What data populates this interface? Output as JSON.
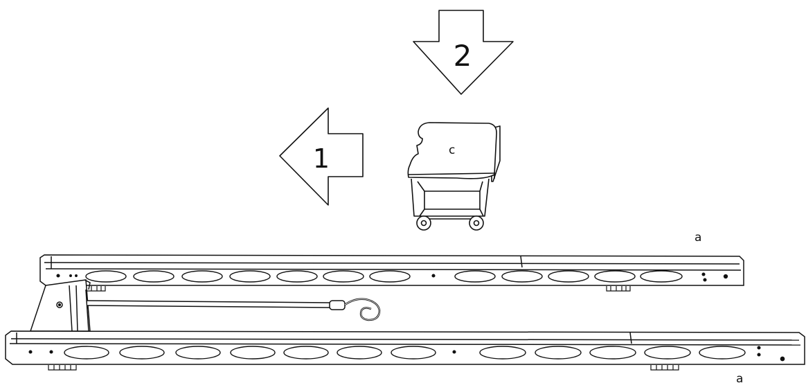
{
  "arrows": {
    "left": {
      "label": "1"
    },
    "down": {
      "label": "2"
    }
  },
  "parts": {
    "cart": {
      "label": "c"
    },
    "rail_top": {
      "label": "a"
    },
    "rail_bottom": {
      "label": "a"
    }
  },
  "colors": {
    "line": "#111111",
    "fill": "#ffffff",
    "shade": "#dddddd"
  }
}
